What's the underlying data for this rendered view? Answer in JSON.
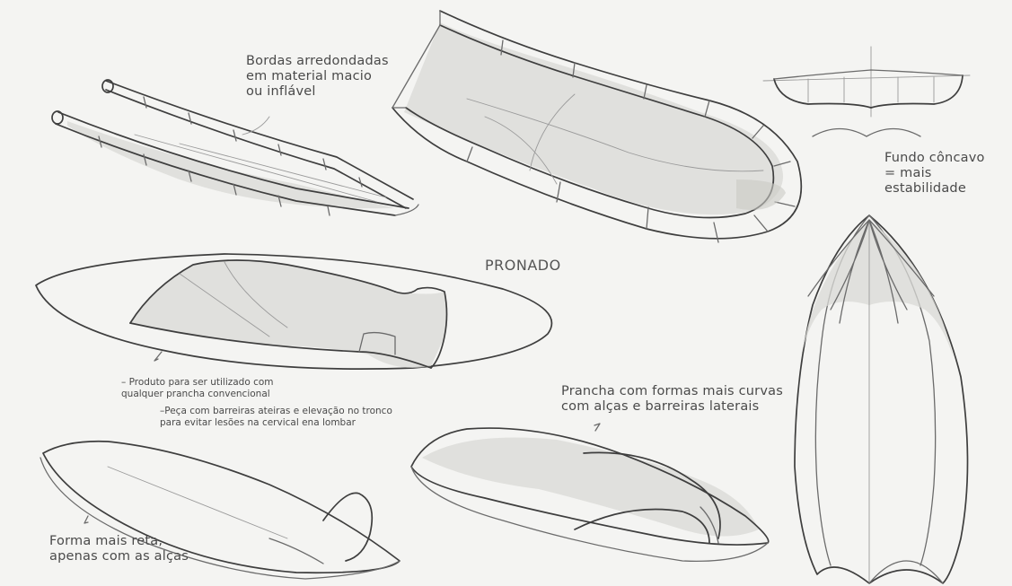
{
  "annotations": {
    "bordas": "Bordas arredondadas\nem material macio\nou inflável",
    "fundo": "Fundo côncavo\n= mais estabilidade",
    "pronado": "PRONADO",
    "produto": "– Produto para ser utilizado com\nqualquer prancha convencional",
    "peca": "–Peça com barreiras ateiras e elevação no tronco\npara evitar lesões na cervical ena lombar",
    "prancha_curvas": "Prancha com formas mais curvas\ncom alças e barreiras laterais",
    "forma_reta": "Forma mais reta,\napenas com as alças"
  }
}
